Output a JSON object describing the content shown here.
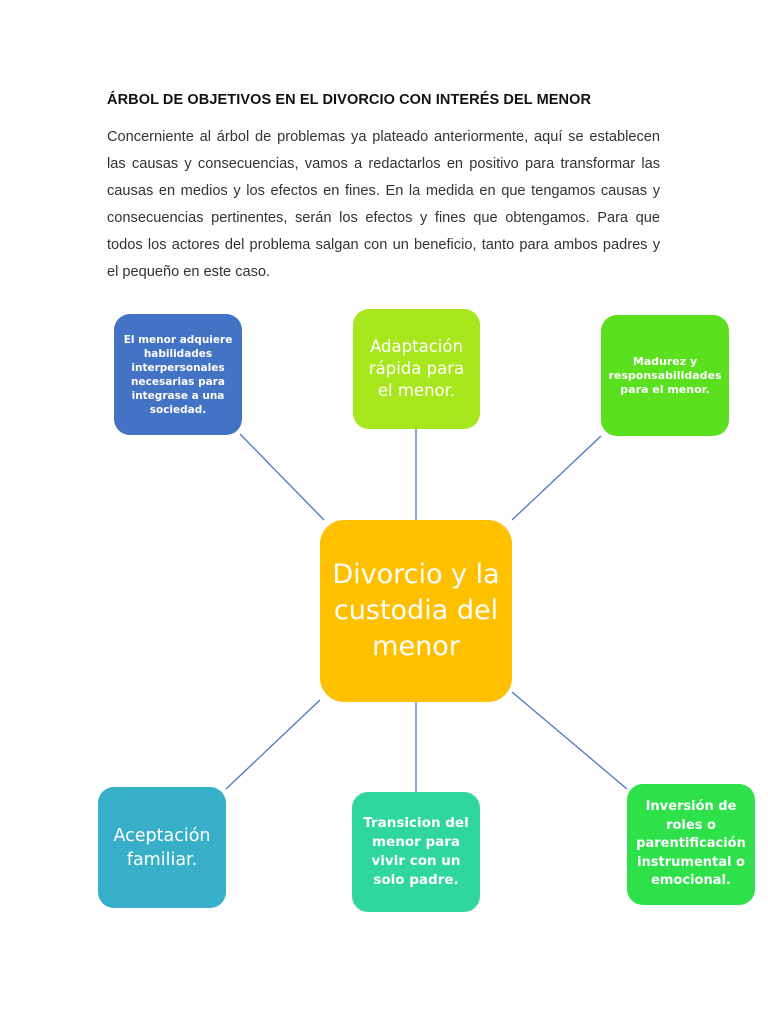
{
  "document": {
    "title": "ÁRBOL DE OBJETIVOS EN EL DIVORCIO CON INTERÉS DEL MENOR",
    "intro": "Concerniente al árbol de problemas ya plateado anteriormente, aquí se establecen las causas y consecuencias, vamos a redactarlos en positivo para transformar las causas en medios y los efectos en fines. En la medida en que tengamos causas y consecuencias pertinentes, serán los efectos y fines que obtengamos. Para que todos los actores del problema salgan con un beneficio, tanto para ambos padres y el pequeño en este caso."
  },
  "diagram": {
    "center": "Divorcio y la custodia del menor",
    "nodes": {
      "top_left": "El menor adquiere habilidades interpersonales necesarias para integrase a una sociedad.",
      "top_middle": "Adaptación rápida para el menor.",
      "top_right": "Madurez y responsabilidades para el menor.",
      "bottom_left": "Aceptación familiar.",
      "bottom_middle": "Transicion del menor para vivir con un solo padre.",
      "bottom_right": "Inversión de roles o parentificación instrumental o emocional."
    },
    "colors": {
      "center": "#FFC000",
      "top_left": "#4472C4",
      "top_middle": "#A8E61D",
      "top_right": "#5BE01F",
      "bottom_left": "#37AFC8",
      "bottom_middle": "#2FD6A0",
      "bottom_right": "#2EE04A",
      "connector": "#4A78C0"
    }
  }
}
